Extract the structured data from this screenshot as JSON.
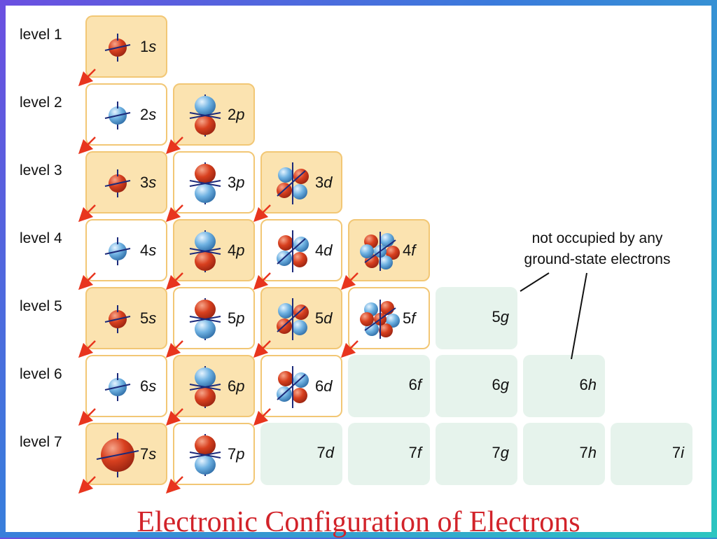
{
  "levels": [
    "level 1",
    "level 2",
    "level 3",
    "level 4",
    "level 5",
    "level 6",
    "level 7"
  ],
  "orbitals": [
    {
      "n": "1",
      "l": "s",
      "row": 0,
      "col": 0,
      "state": "occ-tan",
      "shape": "s",
      "color": "red"
    },
    {
      "n": "2",
      "l": "s",
      "row": 1,
      "col": 0,
      "state": "occ-white",
      "shape": "s",
      "color": "blue"
    },
    {
      "n": "2",
      "l": "p",
      "row": 1,
      "col": 1,
      "state": "occ-tan",
      "shape": "p",
      "color": "blue"
    },
    {
      "n": "3",
      "l": "s",
      "row": 2,
      "col": 0,
      "state": "occ-tan",
      "shape": "s",
      "color": "red"
    },
    {
      "n": "3",
      "l": "p",
      "row": 2,
      "col": 1,
      "state": "occ-white",
      "shape": "p",
      "color": "red"
    },
    {
      "n": "3",
      "l": "d",
      "row": 2,
      "col": 2,
      "state": "occ-tan",
      "shape": "d",
      "color": "blue"
    },
    {
      "n": "4",
      "l": "s",
      "row": 3,
      "col": 0,
      "state": "occ-white",
      "shape": "s",
      "color": "blue"
    },
    {
      "n": "4",
      "l": "p",
      "row": 3,
      "col": 1,
      "state": "occ-tan",
      "shape": "p",
      "color": "blue"
    },
    {
      "n": "4",
      "l": "d",
      "row": 3,
      "col": 2,
      "state": "occ-white",
      "shape": "d",
      "color": "red"
    },
    {
      "n": "4",
      "l": "f",
      "row": 3,
      "col": 3,
      "state": "occ-tan",
      "shape": "f",
      "color": "red"
    },
    {
      "n": "5",
      "l": "s",
      "row": 4,
      "col": 0,
      "state": "occ-tan",
      "shape": "s",
      "color": "red"
    },
    {
      "n": "5",
      "l": "p",
      "row": 4,
      "col": 1,
      "state": "occ-white",
      "shape": "p",
      "color": "red"
    },
    {
      "n": "5",
      "l": "d",
      "row": 4,
      "col": 2,
      "state": "occ-tan",
      "shape": "d",
      "color": "blue"
    },
    {
      "n": "5",
      "l": "f",
      "row": 4,
      "col": 3,
      "state": "occ-white",
      "shape": "f",
      "color": "blue"
    },
    {
      "n": "5",
      "l": "g",
      "row": 4,
      "col": 4,
      "state": "unocc"
    },
    {
      "n": "6",
      "l": "s",
      "row": 5,
      "col": 0,
      "state": "occ-white",
      "shape": "s",
      "color": "blue"
    },
    {
      "n": "6",
      "l": "p",
      "row": 5,
      "col": 1,
      "state": "occ-tan",
      "shape": "p",
      "color": "blue"
    },
    {
      "n": "6",
      "l": "d",
      "row": 5,
      "col": 2,
      "state": "occ-white",
      "shape": "d",
      "color": "red"
    },
    {
      "n": "6",
      "l": "f",
      "row": 5,
      "col": 3,
      "state": "unocc"
    },
    {
      "n": "6",
      "l": "g",
      "row": 5,
      "col": 4,
      "state": "unocc"
    },
    {
      "n": "6",
      "l": "h",
      "row": 5,
      "col": 5,
      "state": "unocc"
    },
    {
      "n": "7",
      "l": "s",
      "row": 6,
      "col": 0,
      "state": "occ-tan",
      "shape": "s",
      "color": "red"
    },
    {
      "n": "7",
      "l": "p",
      "row": 6,
      "col": 1,
      "state": "occ-white",
      "shape": "p",
      "color": "red"
    },
    {
      "n": "7",
      "l": "d",
      "row": 6,
      "col": 2,
      "state": "unocc"
    },
    {
      "n": "7",
      "l": "f",
      "row": 6,
      "col": 3,
      "state": "unocc"
    },
    {
      "n": "7",
      "l": "g",
      "row": 6,
      "col": 4,
      "state": "unocc"
    },
    {
      "n": "7",
      "l": "h",
      "row": 6,
      "col": 5,
      "state": "unocc"
    },
    {
      "n": "7",
      "l": "i",
      "row": 6,
      "col": 6,
      "state": "unocc"
    }
  ],
  "note": {
    "line1": "not occupied by any",
    "line2": "ground-state electrons"
  },
  "title": "Electronic Configuration of Electrons",
  "colors": {
    "red_lobe": "#d8401f",
    "blue_lobe": "#6fb2e2",
    "arrow": "#e8351e",
    "axis": "#1c2a7a",
    "title": "#d2232a",
    "tan": "#fbe3b0",
    "unoccupied": "#e6f3ec"
  }
}
